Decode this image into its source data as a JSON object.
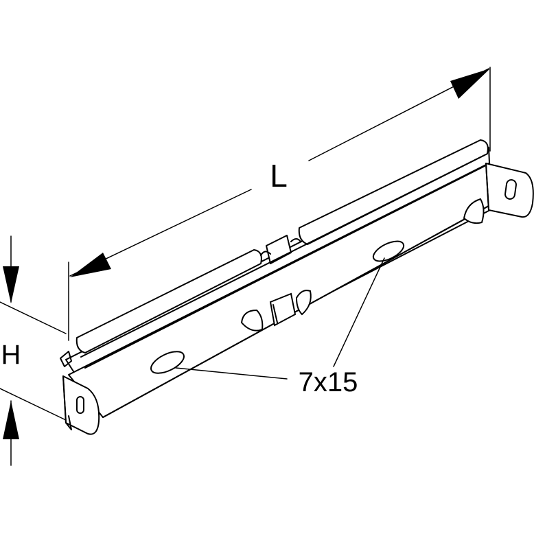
{
  "labels": {
    "length": "L",
    "height": "H",
    "slot": "7x15"
  },
  "colors": {
    "line": "#000000",
    "background": "#ffffff"
  }
}
